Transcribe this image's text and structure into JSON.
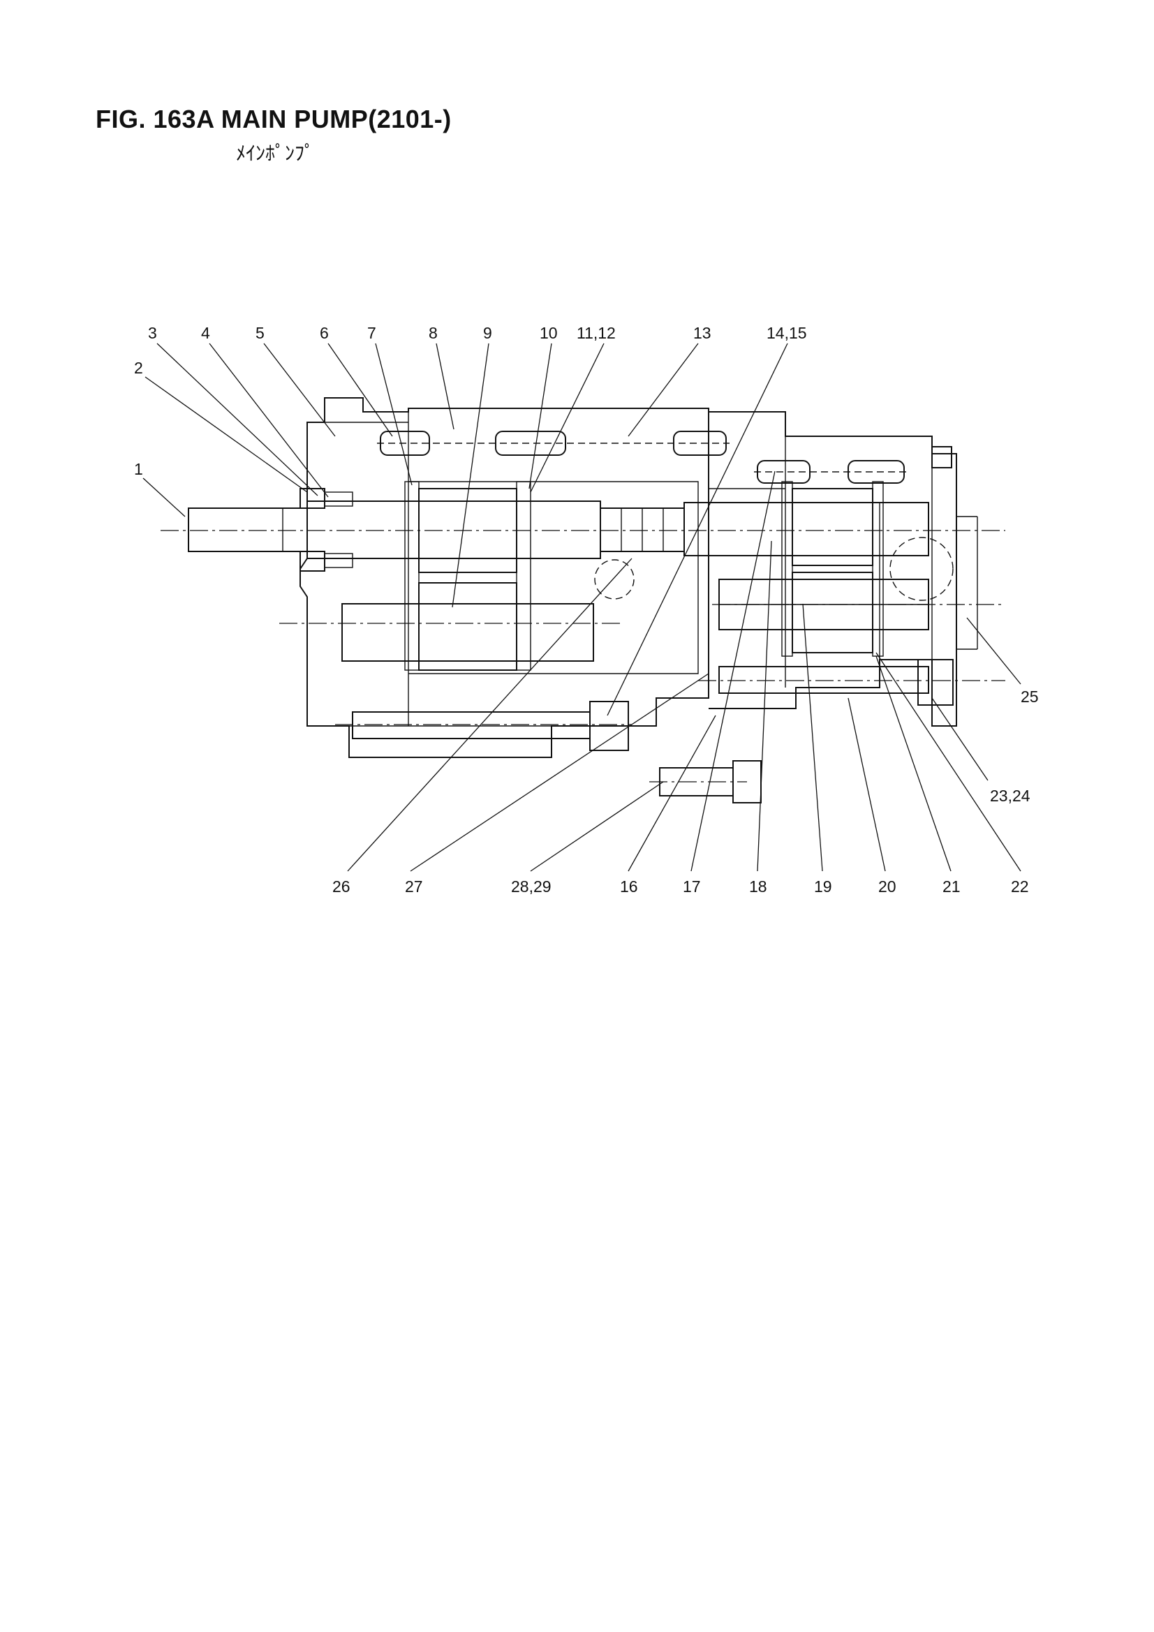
{
  "figure": {
    "title": "FIG. 163A  MAIN PUMP(2101-)",
    "subtitle": "ﾒｲﾝﾎﾟﾝﾌﾟ"
  },
  "callouts": {
    "c1": "1",
    "c2": "2",
    "c3": "3",
    "c4": "4",
    "c5": "5",
    "c6": "6",
    "c7": "7",
    "c8": "8",
    "c9": "9",
    "c10": "10",
    "c11_12": "11,12",
    "c13": "13",
    "c14_15": "14,15",
    "c16": "16",
    "c17": "17",
    "c18": "18",
    "c19": "19",
    "c20": "20",
    "c21": "21",
    "c22": "22",
    "c23_24": "23,24",
    "c25": "25",
    "c26": "26",
    "c27": "27",
    "c28_29": "28,29"
  }
}
